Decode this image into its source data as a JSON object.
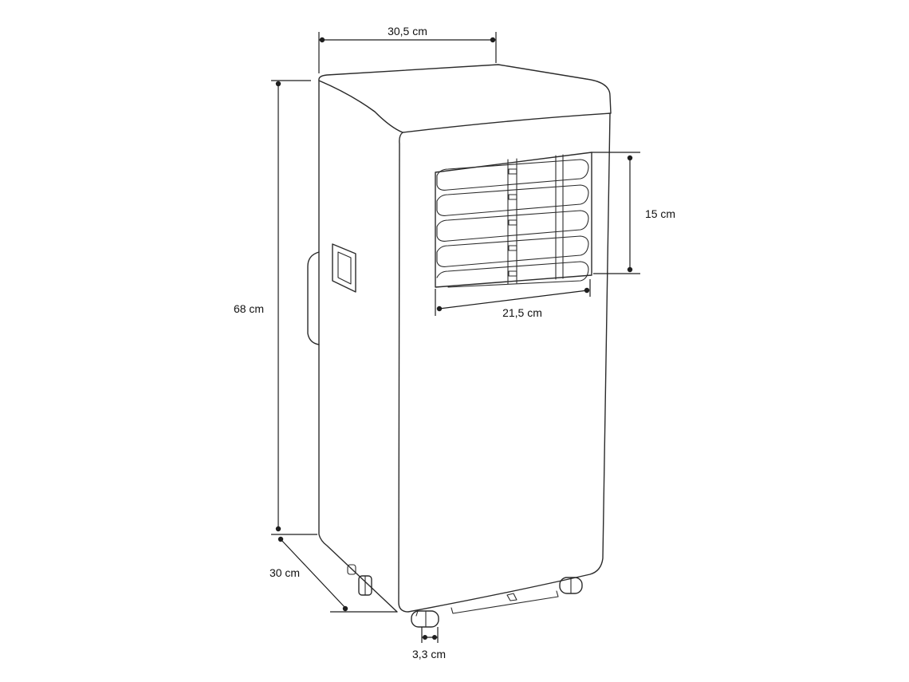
{
  "dimensions": {
    "width": "30,5 cm",
    "height": "68 cm",
    "depth": "30 cm",
    "grille_height": "15 cm",
    "grille_width": "21,5 cm",
    "wheel_width": "3,3 cm"
  },
  "colors": {
    "line": "#2b2b2b",
    "background": "#ffffff"
  }
}
